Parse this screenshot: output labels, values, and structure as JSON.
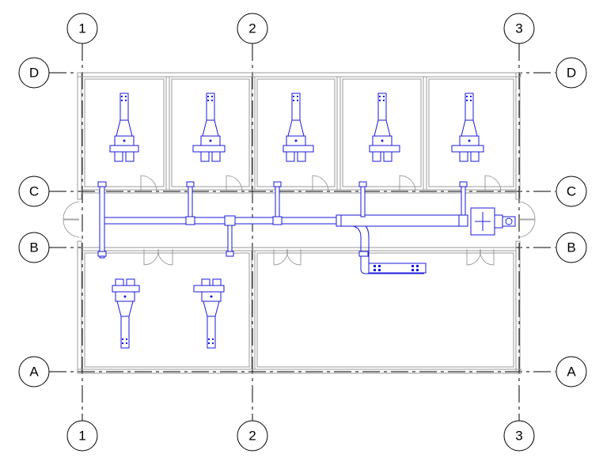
{
  "grid": {
    "vertical_bubbles": [
      {
        "label": "1"
      },
      {
        "label": "2"
      },
      {
        "label": "3"
      }
    ],
    "horizontal_bubbles": [
      {
        "label": "D"
      },
      {
        "label": "C"
      },
      {
        "label": "B"
      },
      {
        "label": "A"
      }
    ]
  },
  "colors": {
    "grid": "#000000",
    "walls": "#9a9a9a",
    "ductwork": "#1a1adc",
    "background": "#ffffff"
  },
  "rooms": {
    "upper_row_count": 5,
    "lower_room_count": 2
  },
  "equipment": {
    "air_terminals_upper": 5,
    "air_terminals_lower": 2,
    "main_unit": "fan-unit"
  }
}
